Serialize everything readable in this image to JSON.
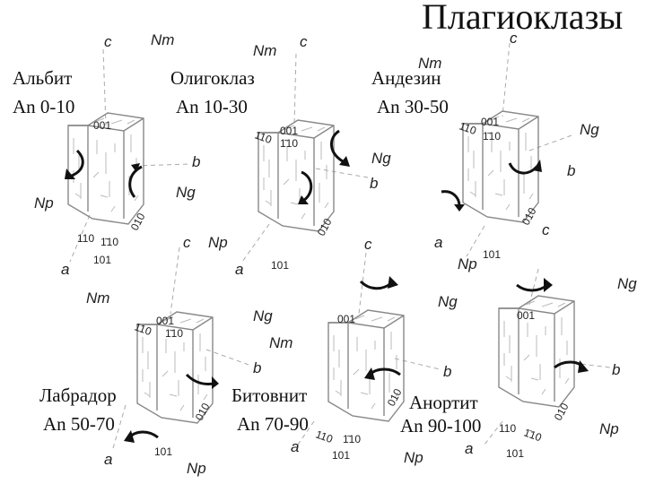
{
  "title": "Плагиоклазы",
  "minerals": [
    {
      "name": "Альбит",
      "range": "An 0-10"
    },
    {
      "name": "Олигоклаз",
      "range": "An 10-30"
    },
    {
      "name": "Андезин",
      "range": "An 30-50"
    },
    {
      "name": "Лабрадор",
      "range": "An 50-70"
    },
    {
      "name": "Битовнит",
      "range": "An 70-90"
    },
    {
      "name": "Анортит",
      "range": "An 90-100"
    }
  ],
  "axis_labels": {
    "c": "c",
    "b": "b",
    "a": "a",
    "Nm": "Nm",
    "Ng": "Ng",
    "Np": "Np"
  },
  "face_labels": {
    "f001": "001",
    "f010": "010",
    "f110": "110",
    "f1_10": "1̄10",
    "f101": "101",
    "f_101": "1̄01"
  }
}
